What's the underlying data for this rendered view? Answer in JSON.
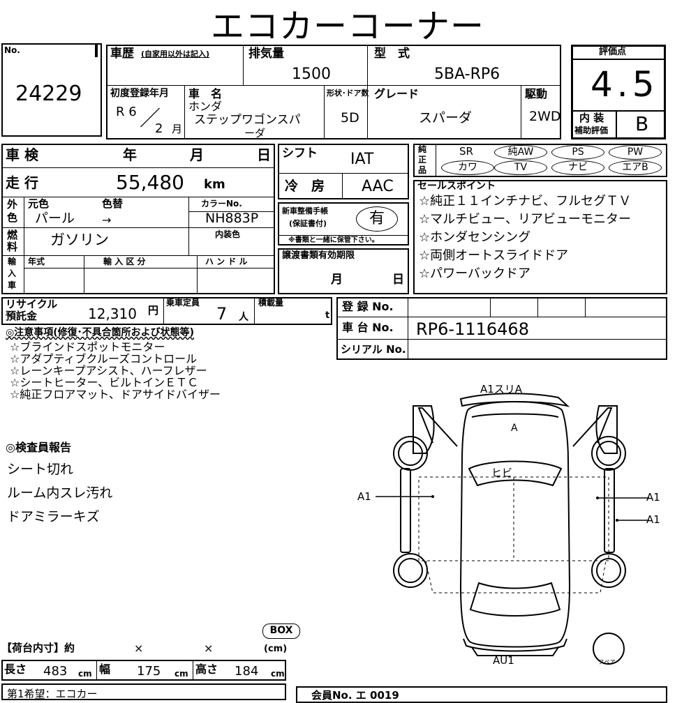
{
  "title": "エコカーコーナー",
  "no_label": "No.",
  "lot_no": "24229",
  "history_label": "車歴",
  "history_note": "(自家用以外は記入)",
  "displacement_label": "排気量",
  "displacement": "1500",
  "model_label": "型　式",
  "model": "5BA-RP6",
  "score_label": "評価点",
  "score": "4.5",
  "interior_label_1": "内 装",
  "interior_label_2": "補助評価",
  "interior_grade": "B",
  "first_reg_label": "初度登録年月",
  "reg_era": "R 6",
  "reg_slash": "／",
  "reg_month": "2",
  "month_label": "月",
  "name_label": "車　名",
  "maker": "ホンダ",
  "car_name_1": "ステップワゴンスパ",
  "car_name_2": "ーダ",
  "doors_label": "形状･ドア数",
  "doors": "5D",
  "grade_label": "グレード",
  "grade": "スパーダ",
  "drive_label": "駆動",
  "drive": "2WD",
  "inspection_label": "車 検",
  "year_label": "年",
  "day_label": "日",
  "mileage_label": "走 行",
  "mileage": "55,480",
  "km_label": "km",
  "shift_label": "シフト",
  "shift": "IAT",
  "ac_label": "冷　房",
  "ac": "AAC",
  "equip_label": "純正品",
  "equipment": [
    {
      "label": "SR",
      "circled": false
    },
    {
      "label": "純AW",
      "circled": true
    },
    {
      "label": "PS",
      "circled": true
    },
    {
      "label": "PW",
      "circled": true
    },
    {
      "label": "カワ",
      "circled": true
    },
    {
      "label": "TV",
      "circled": true
    },
    {
      "label": "ナビ",
      "circled": true
    },
    {
      "label": "エアB",
      "circled": true
    }
  ],
  "ext_color_label": "外色",
  "orig_color_label": "元色",
  "repaint_label": "色替",
  "orig_color": "パール",
  "arrow": "→",
  "color_no_label": "カラーNo.",
  "color_no": "NH883P",
  "int_color_label": "内装色",
  "fuel_label": "燃料",
  "fuel": "ガソリン",
  "manual_label_1": "新車整備手帳",
  "manual_label_2": "(保証書付)",
  "manual_value": "有",
  "manual_note": "※書類と一緒に保管下さい。",
  "sales_label": "セールスポイント",
  "sales_points": [
    "☆純正１１インチナビ、フルセグＴＶ",
    "☆マルチビュー、リアビューモニター",
    "☆ホンダセンシング",
    "☆両側オートスライドドア",
    "☆パワーバックドア"
  ],
  "import_label": "輸入車",
  "import_year_label": "年式",
  "import_type_label": "輸 入 区 分",
  "handle_label": "ハ ン ド ル",
  "transfer_label": "譲渡書類有効期限",
  "recycle_label_1": "リサイクル",
  "recycle_label_2": "預託金",
  "recycle": "12,310",
  "yen_label": "円",
  "capacity_label": "乗車定員",
  "capacity": "7",
  "person_label": "人",
  "load_label": "積載量",
  "ton_label": "t",
  "reg_no_label": "登 録 No.",
  "chassis_label": "車 台 No.",
  "chassis": "RP6-1116468",
  "serial_label": "シリアル No.",
  "notes_label": "◎注意事項(修復･不具合箇所および状態等)",
  "notes": [
    "☆ブラインドスポットモニター",
    "☆アダプティブクルーズコントロール",
    "☆レーンキープアシスト、ハーフレザー",
    "☆シートヒーター、ビルトインＥＴＣ",
    "☆純正フロアマット、ドアサイドバイザー"
  ],
  "inspector_label": "◎検査員報告",
  "inspector_notes": [
    "シート切れ",
    "ルーム内スレ汚れ",
    "ドアミラーキズ"
  ],
  "diagram": {
    "front": "A1スリA",
    "hood": "A",
    "windshield": "ヒビ",
    "left": "A1",
    "right_1": "A1",
    "right_2": "A1",
    "rear": "AU1",
    "spare": "スペア"
  },
  "cargo_label": "【荷台内寸】約",
  "times": "×",
  "box_label": "BOX",
  "cm_paren": "(cm)",
  "length_label": "長さ",
  "length": "483",
  "width_label": "幅",
  "width": "175",
  "height_label": "高さ",
  "height": "184",
  "cm_label": "cm",
  "first_choice": "第1希望：エコカー",
  "bottom_right": "会員No. エ 0019"
}
